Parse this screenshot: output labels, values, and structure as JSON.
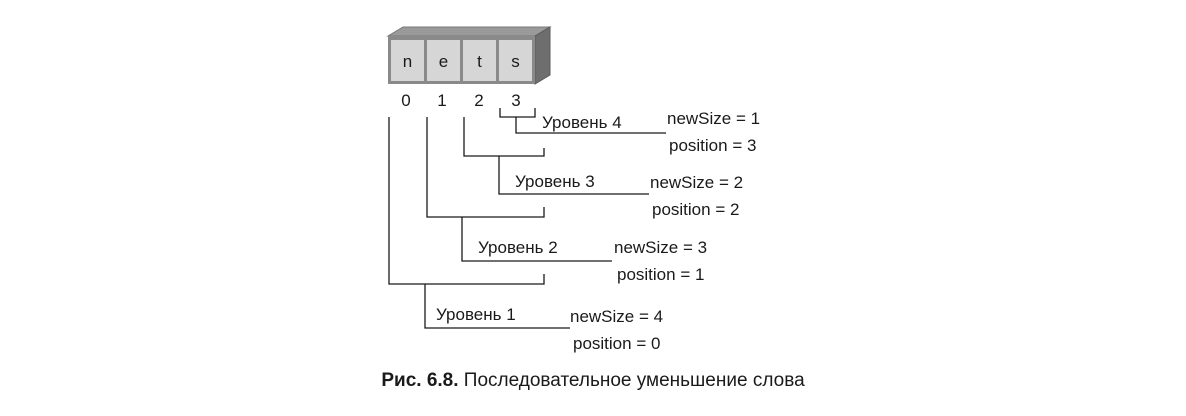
{
  "word": {
    "letters": [
      "n",
      "e",
      "t",
      "s"
    ],
    "indices": [
      "0",
      "1",
      "2",
      "3"
    ]
  },
  "levels": [
    {
      "label": "Уровень 4",
      "new_size": "newSize = 1",
      "position": "position = 3"
    },
    {
      "label": "Уровень 3",
      "new_size": "newSize = 2",
      "position": "position = 2"
    },
    {
      "label": "Уровень 2",
      "new_size": "newSize = 3",
      "position": "position = 1"
    },
    {
      "label": "Уровень 1",
      "new_size": "newSize = 4",
      "position": "position = 0"
    }
  ],
  "caption": {
    "number": "Рис. 6.8.",
    "text": "Последовательное уменьшение слова"
  },
  "colors": {
    "cell_fill": "#d6d6d6",
    "box_top": "#9a9a9a",
    "box_side": "#6e6e6e",
    "line": "#1a1a1a"
  }
}
